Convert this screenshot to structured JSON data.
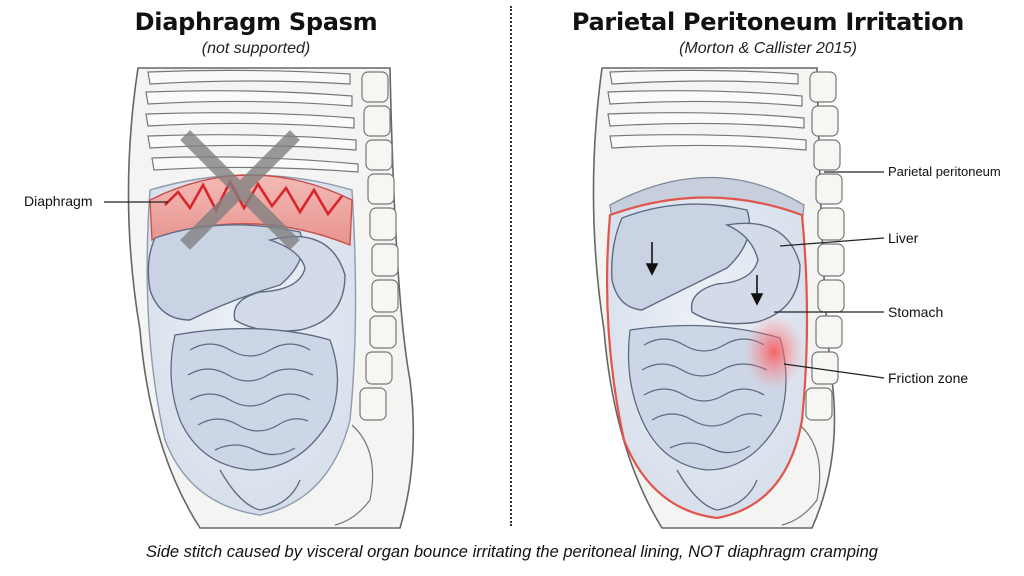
{
  "left_panel": {
    "title": "Diaphragm Spasm",
    "subtitle": "(not supported)",
    "labels": {
      "diaphragm": "Diaphragm"
    }
  },
  "right_panel": {
    "title": "Parietal Peritoneum Irritation",
    "subtitle": "(Morton & Callister 2015)",
    "labels": {
      "parietal_peritoneum": "Parietal peritoneum",
      "liver": "Liver",
      "stomach": "Stomach",
      "friction_zone": "Friction zone"
    }
  },
  "caption": "Side stitch caused by visceral organ bounce irritating the peritoneal lining, NOT diaphragm cramping",
  "colors": {
    "organ_fill": "#c9d3e4",
    "organ_stroke": "#5d6a82",
    "cavity_fill": "#e2e8f1",
    "spasm_red": "#d8262d",
    "cross_gray": "#7f7f7f",
    "peritoneum_line": "#e0554c",
    "friction_glow": "#ff6b6b"
  }
}
